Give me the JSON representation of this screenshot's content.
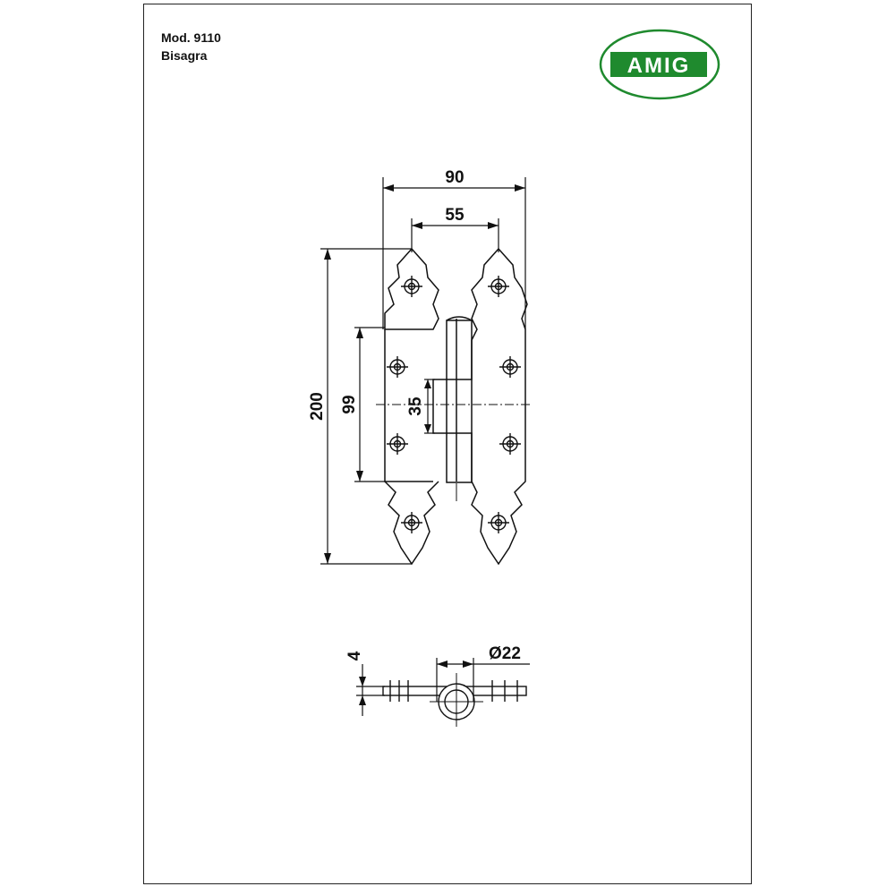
{
  "header": {
    "model": "Mod. 9110",
    "name": "Bisagra"
  },
  "logo": {
    "text": "AMIG",
    "color": "#1f8a2e"
  },
  "dimensions": {
    "total_width": "90",
    "pin_spacing": "55",
    "total_height": "200",
    "leaf_height": "99",
    "knuckle_gap": "35",
    "thickness": "4",
    "diameter": "Ø22"
  }
}
